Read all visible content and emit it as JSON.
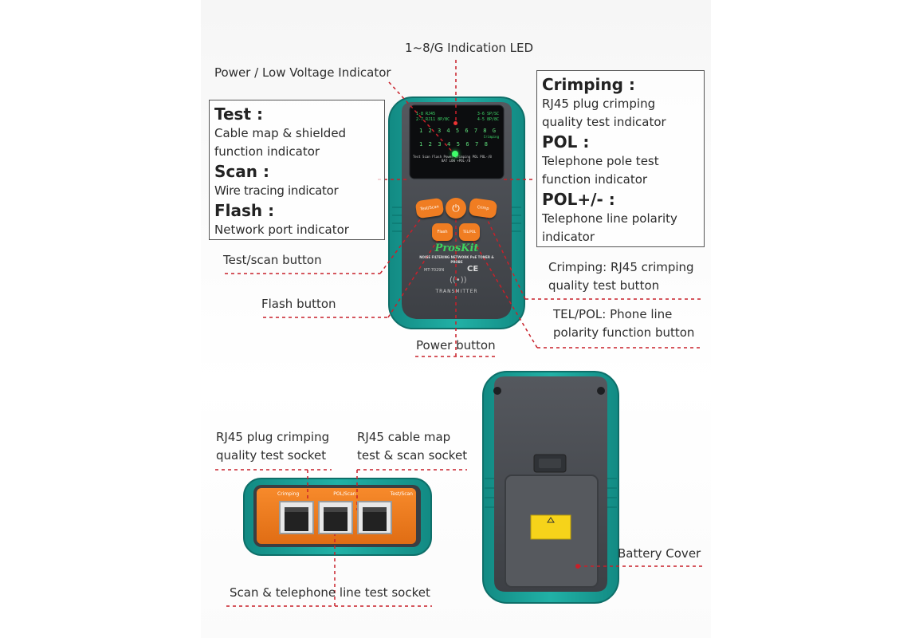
{
  "labels": {
    "led": "1~8/G Indication LED",
    "power_low": "Power / Low Voltage Indicator",
    "test_scan_button": "Test/scan button",
    "flash_button": "Flash button",
    "power_button": "Power button",
    "crimping_button": [
      "Crimping: RJ45 crimping",
      "quality test button"
    ],
    "telpol_button": [
      "TEL/POL: Phone line",
      "polarity function button"
    ],
    "rj45_crimp_socket": [
      "RJ45 plug crimping",
      "quality test socket"
    ],
    "rj45_map_socket": [
      "RJ45 cable map",
      "test & scan socket"
    ],
    "scan_tel_socket": "Scan & telephone line test socket",
    "battery_cover": "Battery Cover"
  },
  "left_box": {
    "test_title": "Test :",
    "test_text": [
      "Cable map & shielded",
      "function indicator"
    ],
    "scan_title": "Scan :",
    "scan_text": "Wire tracing indicator",
    "flash_title": "Flash :",
    "flash_text": "Network port indicator"
  },
  "right_box": {
    "crimping_title": "Crimping :",
    "crimping_text": [
      "RJ45 plug crimping",
      "quality test indicator"
    ],
    "pol_title": "POL :",
    "pol_text": [
      "Telephone pole test",
      "function indicator"
    ],
    "polpm_title": "POL+/- :",
    "polpm_text": [
      "Telephone line polarity",
      "indicator"
    ]
  },
  "device": {
    "brand": "ProsKit",
    "model": "MT-7029N",
    "subtitle": "NOISE FILTERING NETWORK PoE TONER & PROBE",
    "transmitter": "TRANSMITTER",
    "ce": "CE",
    "screen_row1_left": "1-8 RJ45",
    "screen_row1_right": "3-6 SP/SC",
    "screen_row2_left": "2-7 RJ11 8P/8C",
    "screen_row2_right": "4-5 8P/8C",
    "screen_status": "Test  Scan  Flash  Power  Crimping  POL  POL-/B",
    "screen_status2": "BAT LOW    +POL-/B",
    "crimping_small": "Crimping",
    "led_numbers": [
      "1",
      "2",
      "3",
      "4",
      "5",
      "6",
      "7",
      "8",
      "G"
    ],
    "btn_test": "Test/Scan",
    "btn_power": "⏻",
    "btn_cancel": "Crimp",
    "btn_flash": "Flash",
    "btn_tel": "TEL/POL",
    "port_crimping": "Crimping",
    "port_polscan": "POL/Scan",
    "port_testscan": "Test/Scan"
  },
  "colors": {
    "teal": "#1aa39a",
    "dark_body": "#4a4d52",
    "orange": "#f07d22",
    "accent_red": "#c8202a",
    "warning_yellow": "#f6d31a"
  }
}
